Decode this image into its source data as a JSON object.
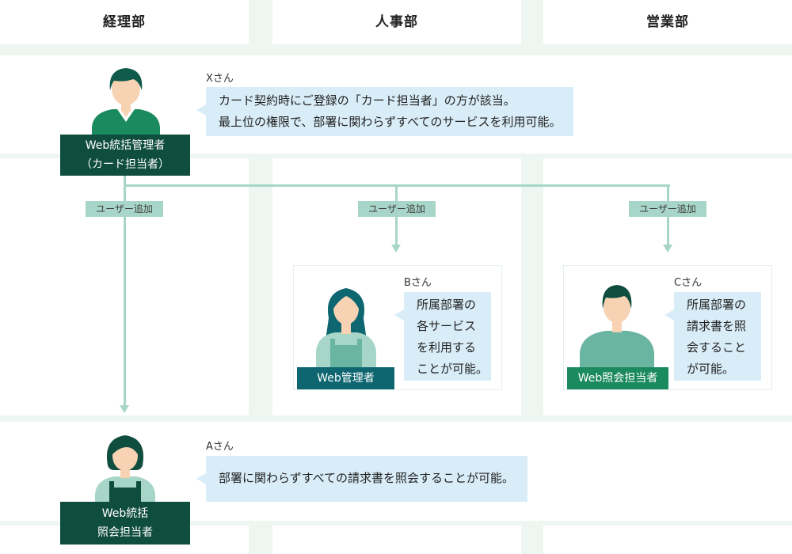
{
  "columns": [
    {
      "title": "経理部"
    },
    {
      "title": "人事部"
    },
    {
      "title": "営業部"
    }
  ],
  "users": {
    "x": {
      "name": "Xさん",
      "role_lines": [
        "Web統括管理者",
        "（カード担当者）"
      ],
      "description_lines": [
        "カード契約時にご登録の「カード担当者」の方が該当。",
        "最上位の権限で、部署に関わらずすべてのサービスを利用可能。"
      ]
    },
    "b": {
      "name": "Bさん",
      "role_lines": [
        "Web管理者"
      ],
      "description_lines": [
        "所属部署の",
        "各サービス",
        "を利用する",
        "ことが可能。"
      ]
    },
    "c": {
      "name": "Cさん",
      "role_lines": [
        "Web照会担当者"
      ],
      "description_lines": [
        "所属部署の",
        "請求書を照",
        "会すること",
        "が可能。"
      ]
    },
    "a": {
      "name": "Aさん",
      "role_lines": [
        "Web統括",
        "照会担当者"
      ],
      "description_lines": [
        "部署に関わらずすべての請求書を照会することが可能。"
      ]
    }
  },
  "connector": {
    "label": "ユーザー追加"
  },
  "colors": {
    "background": "#eef6f2",
    "line": "#a7d6c8",
    "bubble": "#d9edf8",
    "role_dark_green": "#0f4d3e",
    "role_teal": "#0e6670",
    "role_green": "#1b8a5f"
  }
}
